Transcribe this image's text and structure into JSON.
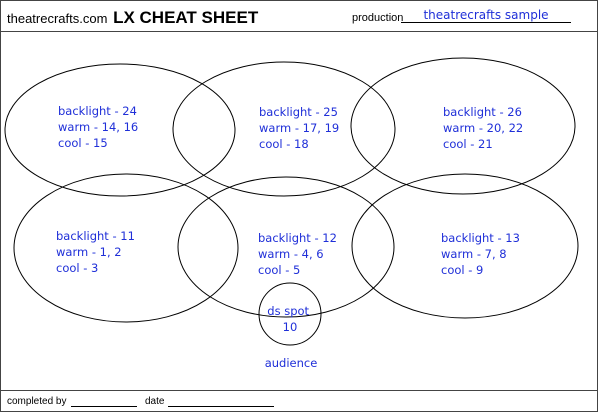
{
  "header": {
    "brand_small": "theatrecrafts.com",
    "brand_big": "LX CHEAT SHEET",
    "production_label": "production",
    "production_value": "theatrecrafts sample"
  },
  "areas": [
    {
      "lines": [
        "backlight - 24",
        "warm - 14, 16",
        "cool - 15"
      ]
    },
    {
      "lines": [
        "backlight - 25",
        "warm - 17, 19",
        "cool - 18"
      ]
    },
    {
      "lines": [
        "backlight - 26",
        "warm - 20, 22",
        "cool - 21"
      ]
    },
    {
      "lines": [
        "backlight - 11",
        "warm - 1, 2",
        "cool - 3"
      ]
    },
    {
      "lines": [
        "backlight - 12",
        "warm - 4, 6",
        "cool - 5"
      ]
    },
    {
      "lines": [
        "backlight - 13",
        "warm - 7, 8",
        "cool - 9"
      ]
    }
  ],
  "ds_spot": {
    "lines": [
      "ds spot",
      "10"
    ]
  },
  "audience_label": "audience",
  "footer": {
    "completed_label": "completed by",
    "date_label": "date"
  },
  "colors": {
    "ink": "#1f2fd8",
    "rule": "#000000"
  }
}
